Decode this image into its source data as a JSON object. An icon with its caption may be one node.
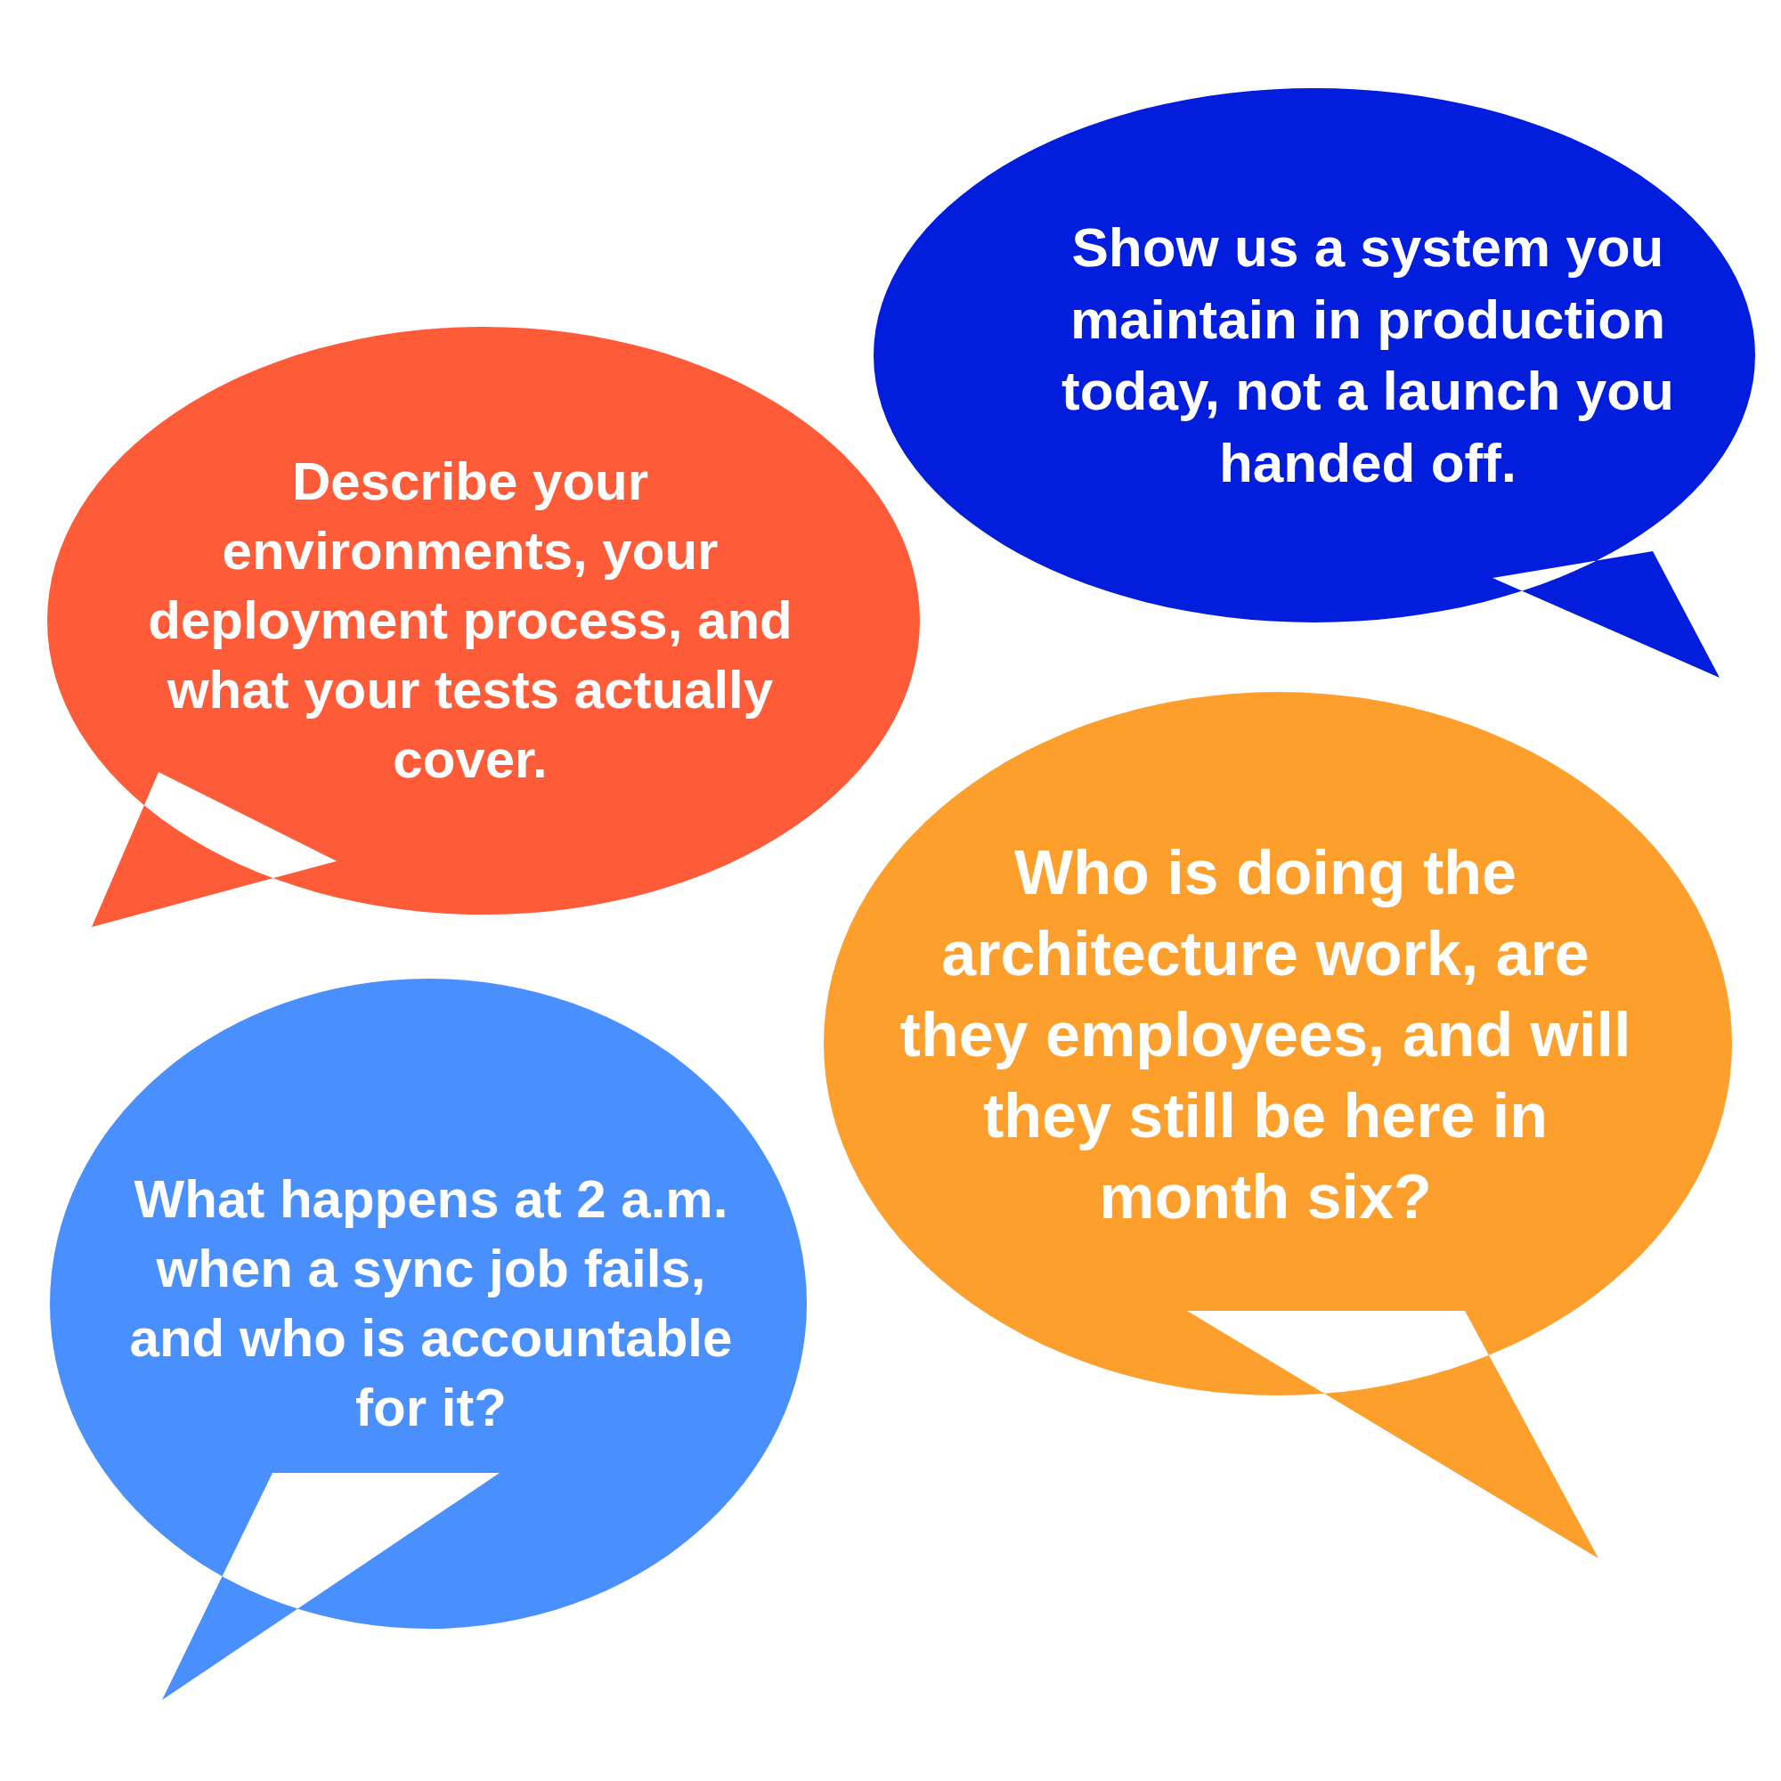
{
  "diagram": {
    "nodes": [
      {
        "text": [
          "Show us a system you maintain in production today, not a launch you handed off."
        ]
      },
      {
        "text": [
          "Describe your environments, your deployment process, and what your tests actually cover."
        ]
      },
      {
        "text": [
          "Who is doing the architecture work, are they employees, and will they still be here in month six?"
        ]
      },
      {
        "text": [
          "What happens at 2 a.m. when a sync job fails, and who is accountable for it?"
        ]
      }
    ]
  }
}
